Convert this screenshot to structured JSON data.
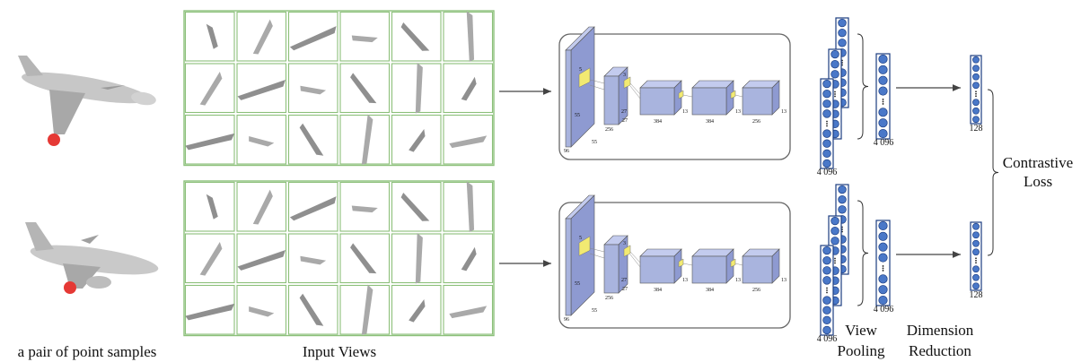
{
  "captions": {
    "samples": "a pair of point samples",
    "input_views": "Input Views",
    "view_pooling": [
      "View",
      "Pooling"
    ],
    "dimension_reduction": [
      "Dimension",
      "Reduction"
    ],
    "contrastive_loss": [
      "Contrastive",
      "Loss"
    ]
  },
  "cnn_labels": {
    "c1_depth": "96",
    "c1_size": "55",
    "c1_size2": "55",
    "c2_depth": "256",
    "c2_size": "27",
    "c2_size2": "27",
    "c3_depth": "384",
    "c3_size": "13",
    "c4_depth": "384",
    "c4_size": "13",
    "c5_depth": "256",
    "c5_size": "13",
    "kernel_small": "3",
    "kernel_big": "5"
  },
  "vector_labels": {
    "view_feature": "4 096",
    "pooled": "4 096",
    "reduced": "128"
  },
  "colors": {
    "view_border": "#8cc07a",
    "block_fill": "#a9b4de",
    "block_top": "#c3cbee",
    "block_side": "#8e9ad1",
    "kernel_fill": "#f2ea72",
    "node_fill": "#4a78c8",
    "node_stroke": "#1b3c80",
    "sample_dot": "#e53935",
    "arrow": "#444444"
  }
}
